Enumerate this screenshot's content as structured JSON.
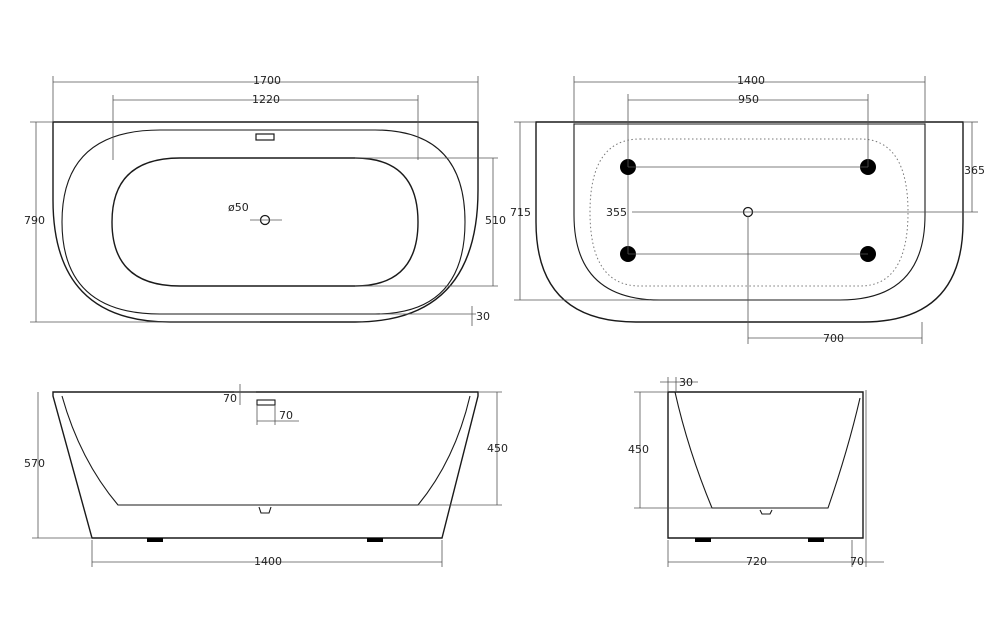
{
  "views": {
    "top_left": {
      "overall_length": "1700",
      "inner_length": "1220",
      "overall_width": "790",
      "inner_width": "510",
      "rim_offset": "30",
      "drain_diameter": "ø50"
    },
    "top_right": {
      "overall_length": "1400",
      "foot_spacing_length": "950",
      "foot_spacing_width": "355",
      "overall_width": "715",
      "drain_to_wall": "365",
      "drain_to_end": "700"
    },
    "side_long": {
      "overall_height": "570",
      "inner_depth": "450",
      "base_length": "1400",
      "overflow_height": "70",
      "overflow_width": "70"
    },
    "side_short": {
      "rim_width": "30",
      "inner_depth": "450",
      "base_width": "720",
      "wall_offset": "70"
    }
  },
  "colors": {
    "line": "#1a1a1a",
    "dimension": "#555555",
    "foot": "#000000"
  }
}
